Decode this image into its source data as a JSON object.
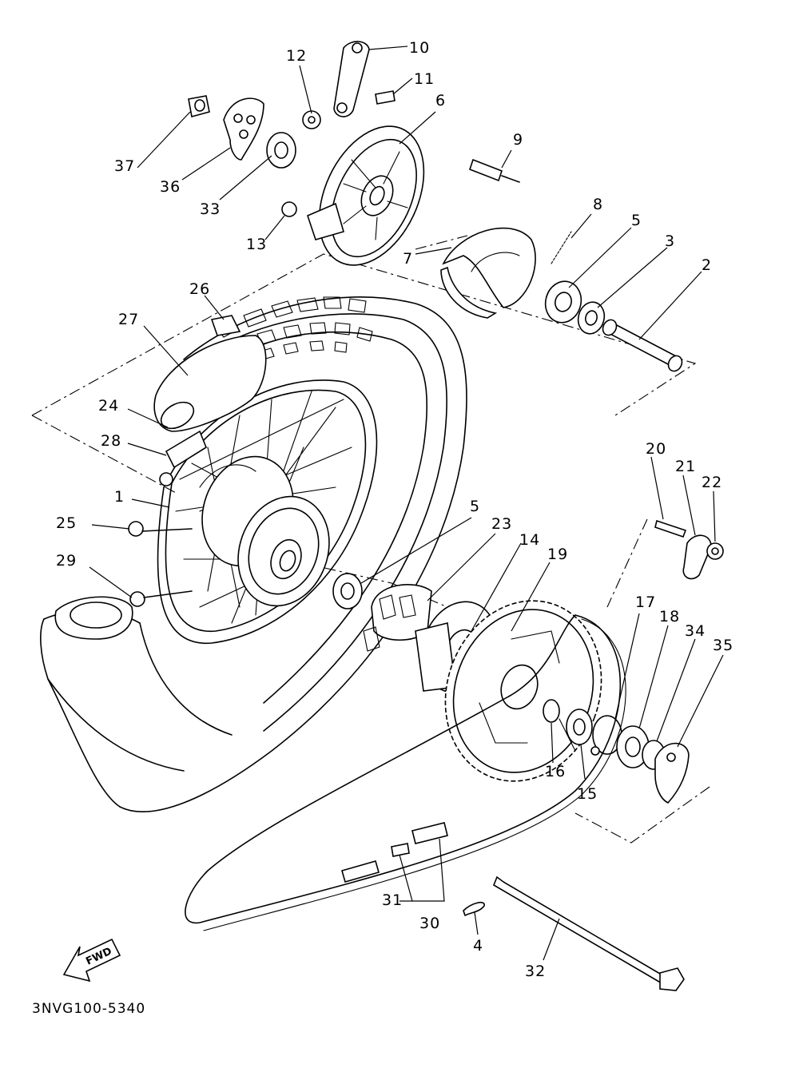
{
  "diagram": {
    "part_numbers": {
      "n1": "1",
      "n2": "2",
      "n3": "3",
      "n4": "4",
      "n5a": "5",
      "n5b": "5",
      "n6": "6",
      "n7": "7",
      "n8": "8",
      "n9": "9",
      "n10": "10",
      "n11": "11",
      "n12": "12",
      "n13": "13",
      "n14": "14",
      "n15": "15",
      "n16": "16",
      "n17": "17",
      "n18": "18",
      "n19": "19",
      "n20": "20",
      "n21": "21",
      "n22": "22",
      "n23": "23",
      "n24": "24",
      "n25": "25",
      "n26": "26",
      "n27": "27",
      "n28": "28",
      "n29": "29",
      "n30": "30",
      "n31": "31",
      "n32": "32",
      "n33": "33",
      "n34": "34",
      "n35": "35",
      "n36": "36",
      "n37": "37"
    },
    "direction_arrow_label": "FWD",
    "reference_code": "3NVG100-5340"
  },
  "colors": {
    "line": "#000000",
    "background": "#ffffff"
  }
}
